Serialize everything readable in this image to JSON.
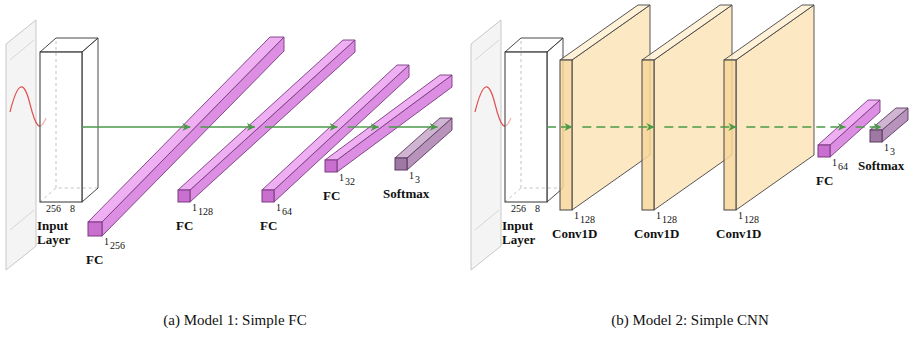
{
  "diagram": {
    "nodes": [
      {
        "text": [
          "Input Layer",
          "256",
          "8"
        ]
      },
      {
        "text": [
          "1",
          "256",
          "FC"
        ]
      },
      {
        "text": [
          "1",
          "128",
          "FC"
        ]
      },
      {
        "text": [
          "1",
          "64",
          "FC"
        ]
      },
      {
        "text": [
          "1",
          "32",
          "FC"
        ]
      },
      {
        "text": [
          "1",
          "3",
          "Softmax"
        ]
      },
      {
        "text": [
          "Input Layer",
          "256",
          "8"
        ]
      },
      {
        "text": [
          "1",
          "128",
          "Conv1D"
        ]
      },
      {
        "text": [
          "1",
          "128",
          "Conv1D"
        ]
      },
      {
        "text": [
          "1",
          "128",
          "Conv1D"
        ]
      },
      {
        "text": [
          "1",
          "64",
          "FC"
        ]
      },
      {
        "text": [
          "1",
          "3",
          "Softmax"
        ]
      }
    ],
    "edges": [
      {
        "from": 0,
        "to": 1,
        "arrow": "to"
      },
      {
        "from": 1,
        "to": 2,
        "arrow": "to"
      },
      {
        "from": 2,
        "to": 3,
        "arrow": "to"
      },
      {
        "from": 3,
        "to": 4,
        "arrow": "to"
      },
      {
        "from": 4,
        "to": 5,
        "arrow": "to"
      },
      {
        "from": 6,
        "to": 7,
        "arrow": "to"
      },
      {
        "from": 7,
        "to": 8,
        "arrow": "to"
      },
      {
        "from": 8,
        "to": 9,
        "arrow": "to"
      },
      {
        "from": 9,
        "to": 10,
        "arrow": "to"
      },
      {
        "from": 10,
        "to": 11,
        "arrow": "to"
      }
    ],
    "labels": [
      "(a) Model 1: Simple FC",
      "(b) Model 2: Simple CNN"
    ]
  }
}
